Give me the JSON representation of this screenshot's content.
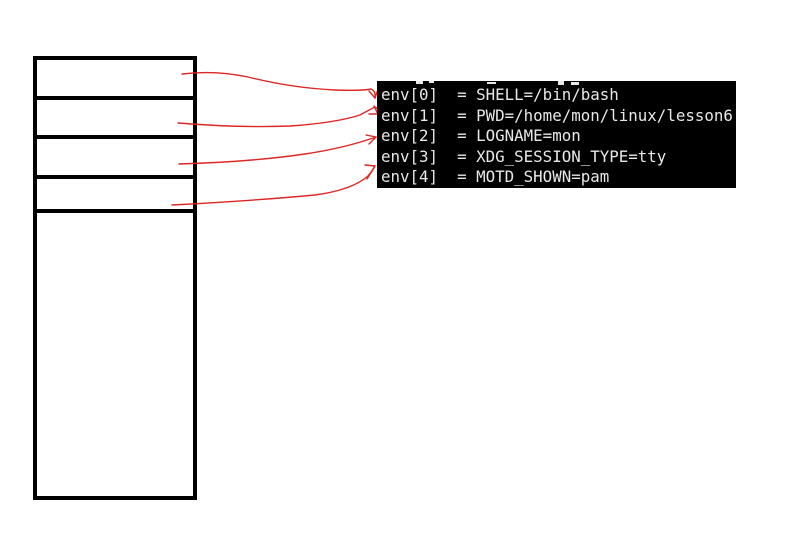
{
  "page": {
    "background_color": "#ffffff"
  },
  "memory_box": {
    "cell_count": 5,
    "border_color": "#000000",
    "cells": [
      {
        "index": 0,
        "content": ""
      },
      {
        "index": 1,
        "content": ""
      },
      {
        "index": 2,
        "content": ""
      },
      {
        "index": 3,
        "content": ""
      },
      {
        "index": 4,
        "content": ""
      }
    ]
  },
  "arrows": {
    "color": "#dd2626",
    "count": 4,
    "links": [
      {
        "from_cell": 0,
        "to_line": "env[0]"
      },
      {
        "from_cell": 1,
        "to_line": "env[1]"
      },
      {
        "from_cell": 2,
        "to_line": "env[2]"
      },
      {
        "from_cell": 3,
        "to_line": "env[3]/env[4]"
      }
    ]
  },
  "terminal": {
    "background_color": "#000000",
    "text_color": "#e8e8e8",
    "lines": [
      "env[0]  = SHELL=/bin/bash",
      "env[1]  = PWD=/home/mon/linux/lesson6",
      "env[2]  = LOGNAME=mon",
      "env[3]  = XDG_SESSION_TYPE=tty",
      "env[4]  = MOTD_SHOWN=pam"
    ]
  }
}
